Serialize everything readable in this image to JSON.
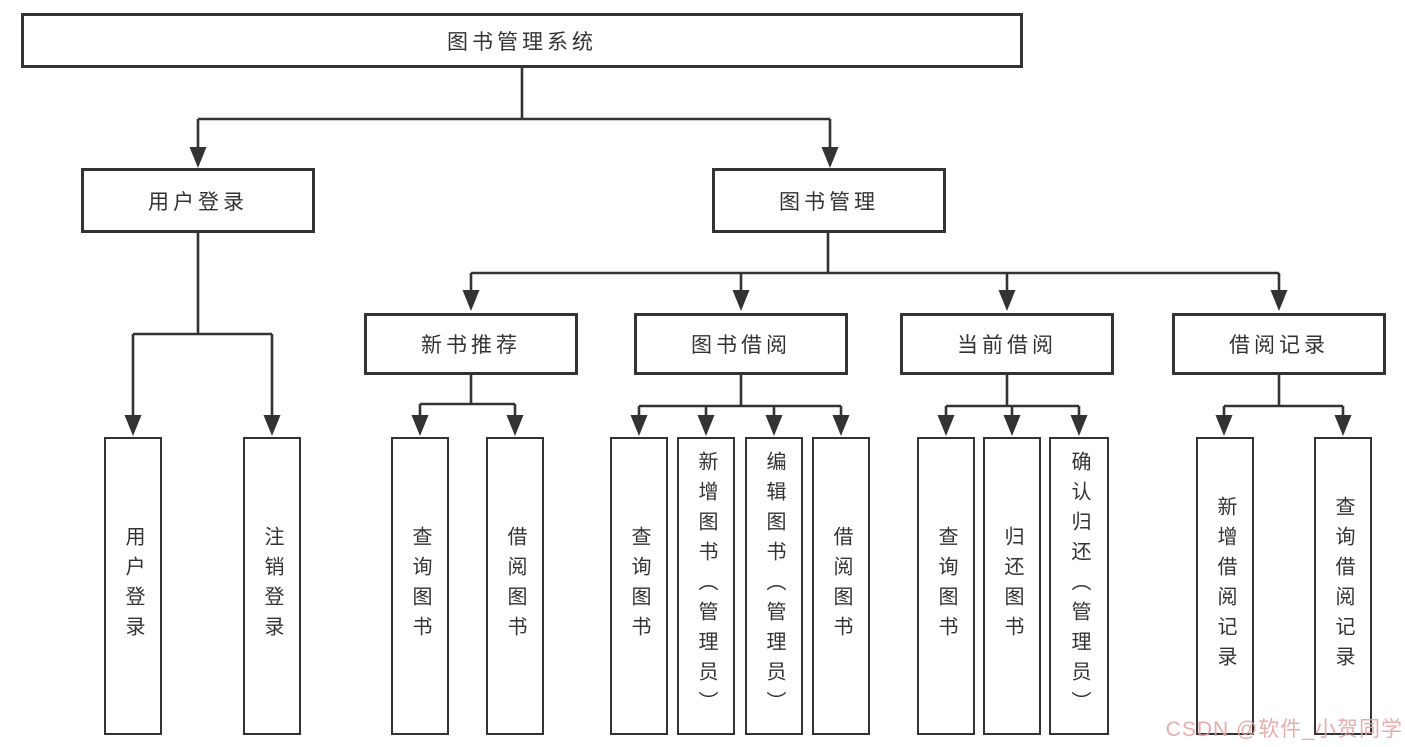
{
  "diagram": {
    "root": {
      "label": "图书管理系统"
    },
    "level1": [
      {
        "label": "用户登录"
      },
      {
        "label": "图书管理"
      }
    ],
    "level2": [
      {
        "label": "新书推荐",
        "parent": "图书管理"
      },
      {
        "label": "图书借阅",
        "parent": "图书管理"
      },
      {
        "label": "当前借阅",
        "parent": "图书管理"
      },
      {
        "label": "借阅记录",
        "parent": "图书管理"
      }
    ],
    "leaves": [
      {
        "label": "用户登录",
        "parent": "用户登录"
      },
      {
        "label": "注销登录",
        "parent": "用户登录"
      },
      {
        "label": "查询图书",
        "parent": "新书推荐"
      },
      {
        "label": "借阅图书",
        "parent": "新书推荐"
      },
      {
        "label": "查询图书",
        "parent": "图书借阅"
      },
      {
        "label": "新增图书（管理员）",
        "parent": "图书借阅"
      },
      {
        "label": "编辑图书（管理员）",
        "parent": "图书借阅"
      },
      {
        "label": "借阅图书",
        "parent": "图书借阅"
      },
      {
        "label": "查询图书",
        "parent": "当前借阅"
      },
      {
        "label": "归还图书",
        "parent": "当前借阅"
      },
      {
        "label": "确认归还（管理员）",
        "parent": "当前借阅"
      },
      {
        "label": "新增借阅记录",
        "parent": "借阅记录"
      },
      {
        "label": "查询借阅记录",
        "parent": "借阅记录"
      }
    ]
  },
  "watermark": {
    "text": "CSDN @软件_小贺同学",
    "color": "#e9a2a2"
  },
  "colors": {
    "line": "#333333",
    "border": "#333333",
    "text": "#333333",
    "background": "#ffffff"
  }
}
